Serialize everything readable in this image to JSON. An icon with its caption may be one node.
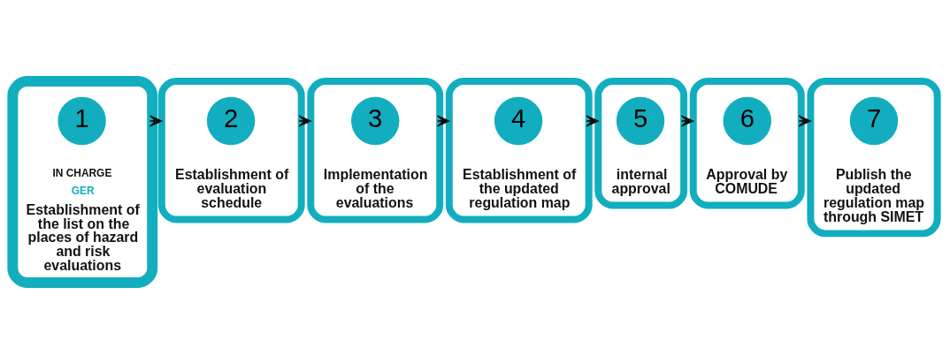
{
  "diagram": {
    "nodes": [
      {
        "text": [
          "IN CHARGE",
          "GER",
          "Establishment of the list on the places of hazard and risk evaluations"
        ]
      },
      {
        "text": [
          "1"
        ],
        "in": 0
      },
      {
        "text": [
          "Establishment of evaluation schedule"
        ]
      },
      {
        "text": [
          "2"
        ],
        "in": 2
      },
      {
        "text": [
          "Implementation of the evaluations"
        ]
      },
      {
        "text": [
          "3"
        ],
        "in": 4
      },
      {
        "text": [
          "Establishment of the updated regulation map"
        ]
      },
      {
        "text": [
          "4"
        ],
        "in": 6
      },
      {
        "text": [
          "internal approval"
        ]
      },
      {
        "text": [
          "5"
        ],
        "in": 8
      },
      {
        "text": [
          "Approval by COMUDE"
        ]
      },
      {
        "text": [
          "6"
        ],
        "in": 10
      },
      {
        "text": [
          "Publish the updated regulation map through SIMET"
        ]
      },
      {
        "text": [
          "7"
        ],
        "in": 12
      }
    ],
    "edges": [
      {
        "from": 0,
        "to": 2,
        "arrow": "to"
      },
      {
        "from": 2,
        "to": 4,
        "arrow": "to"
      },
      {
        "from": 4,
        "to": 6,
        "arrow": "to"
      },
      {
        "from": 6,
        "to": 8,
        "arrow": "to"
      },
      {
        "from": 8,
        "to": 10,
        "arrow": "to"
      },
      {
        "from": 10,
        "to": 12,
        "arrow": "to"
      }
    ]
  }
}
